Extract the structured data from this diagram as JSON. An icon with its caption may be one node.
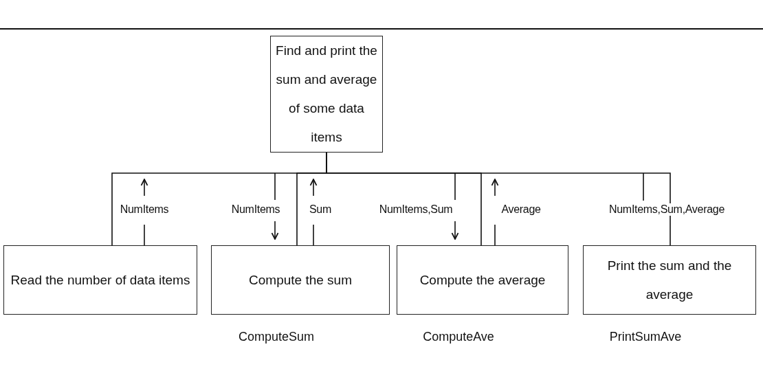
{
  "diagram": {
    "nodes": [
      {
        "text": [
          "Find and print the sum and average of some data items"
        ]
      },
      {
        "text": [
          "Read the number of data items"
        ]
      },
      {
        "text": [
          "Compute the sum"
        ],
        "beside": [
          "ComputeSum"
        ]
      },
      {
        "text": [
          "Compute the average"
        ],
        "beside": [
          "ComputeAve"
        ]
      },
      {
        "text": [
          "Print the sum and the average"
        ],
        "beside": [
          "PrintSumAve"
        ]
      }
    ],
    "edges": [
      {
        "from": 0,
        "to": 1,
        "arrow": "none"
      },
      {
        "from": 0,
        "to": 2,
        "arrow": "none"
      },
      {
        "from": 0,
        "to": 3,
        "arrow": "none"
      },
      {
        "from": 0,
        "to": 4,
        "arrow": "none"
      }
    ],
    "labels": [
      "NumItems",
      "NumItems",
      "Sum",
      "NumItems,Sum",
      "Average",
      "NumItems,Sum,Average"
    ]
  }
}
